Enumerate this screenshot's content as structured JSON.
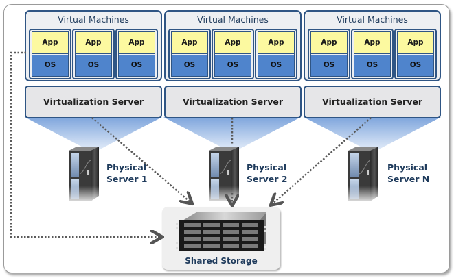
{
  "diagram": {
    "vm_groups": [
      {
        "title": "Virtual Machines",
        "vms": [
          {
            "app": "App",
            "os": "OS"
          },
          {
            "app": "App",
            "os": "OS"
          },
          {
            "app": "App",
            "os": "OS"
          }
        ],
        "virtualization_server": "Virtualization  Server",
        "physical_server": [
          "Physical",
          "Server 1"
        ]
      },
      {
        "title": "Virtual Machines",
        "vms": [
          {
            "app": "App",
            "os": "OS"
          },
          {
            "app": "App",
            "os": "OS"
          },
          {
            "app": "App",
            "os": "OS"
          }
        ],
        "virtualization_server": "Virtualization  Server",
        "physical_server": [
          "Physical",
          "Server 2"
        ]
      },
      {
        "title": "Virtual Machines",
        "vms": [
          {
            "app": "App",
            "os": "OS"
          },
          {
            "app": "App",
            "os": "OS"
          },
          {
            "app": "App",
            "os": "OS"
          }
        ],
        "virtualization_server": "Virtualization  Server",
        "physical_server": [
          "Physical",
          "Server N"
        ]
      }
    ],
    "storage": {
      "label": "Shared Storage",
      "icon": "storage-array-icon"
    },
    "icons": {
      "server": "tower-server-icon",
      "connector": "dotted-arrow"
    },
    "colors": {
      "border": "#2f5584",
      "app": "#fcf9a0",
      "os": "#4f84cc",
      "panel": "#edeff2",
      "label": "#1f3b5c",
      "connector": "#555555"
    }
  }
}
